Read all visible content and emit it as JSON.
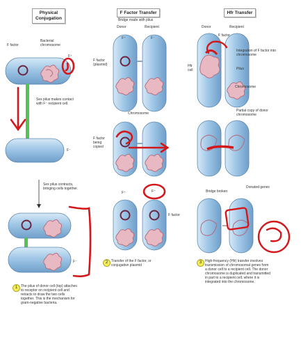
{
  "panels": {
    "physical": {
      "title": "Physical Conjugation",
      "labels": {
        "f_factor": "F factor",
        "bacterial_chromosome": "Bacterial chromosome",
        "f_plus": "F⁺",
        "f_minus": "F⁻",
        "sex_pilus_contact": "Sex pilus makes contact with F⁻ recipient cell.",
        "sex_pilus_contracts": "Sex pilus contracts, bringing cells together."
      },
      "step": "1",
      "caption": "The pilus of donor cell (top) attaches to receptor on recipient cell and retracts to draw the two cells together. This is the mechanism for gram-negative bacteria."
    },
    "f_transfer": {
      "title": "F Factor Transfer",
      "labels": {
        "bridge": "Bridge made with pilus",
        "donor": "Donor",
        "recipient": "Recipient",
        "f_plus": "F⁺",
        "f_minus": "F⁻",
        "f_factor_plasmid": "F factor (plasmid)",
        "chromosome": "Chromosome",
        "f_factor_copied": "F factor being copied",
        "f_plus_2a": "F⁺",
        "f_plus_2b": "F⁺",
        "f_factor": "F factor"
      },
      "step": "2",
      "caption": "Transfer of the F factor, or conjugative plasmid"
    },
    "hfr": {
      "title": "Hfr Transfer",
      "labels": {
        "donor": "Donor",
        "recipient": "Recipient",
        "f_factor": "F factor",
        "integration": "Integration of F factor into chromosome",
        "hfr_cell": "Hfr cell",
        "pilus": "Pilus",
        "chromosome": "Chromosome",
        "partial_copy": "Partial copy of donor chromosome",
        "bridge_broken": "Bridge broken",
        "donated_genes": "Donated genes"
      },
      "step": "3",
      "caption": "High-frequency (Hfr) transfer involves transmission of chromosomal genes from a donor cell to a recipient cell. The donor chromosome is duplicated and transmitted in part to a recipient cell, where it is integrated into the chromosome."
    }
  },
  "colors": {
    "cell_fill": "#9fc6e6",
    "cell_stroke": "#5b86ad",
    "plasmid": "#6a2640",
    "chromosome": "#b36a7a",
    "pilus_green": "#55c255",
    "annotation_red": "#d3181c",
    "step_badge": "#f2ec5a"
  },
  "icons": {
    "annotation": "red-ink-markup",
    "flow_arrow": "arrow-down-icon"
  }
}
